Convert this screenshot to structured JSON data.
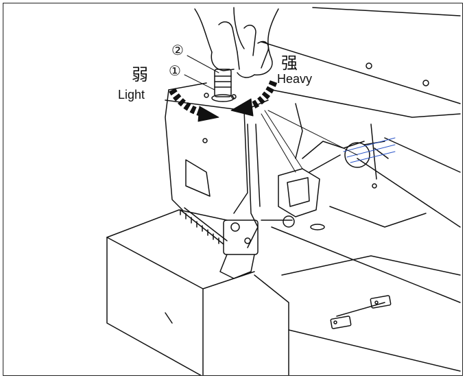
{
  "labels": {
    "num2": "②",
    "num1": "①",
    "light_cn": "弱",
    "light_en": "Light",
    "heavy_cn": "强",
    "heavy_en": "Heavy"
  },
  "colors": {
    "ink": "#111111",
    "thread_blue": "#2a55c8"
  }
}
